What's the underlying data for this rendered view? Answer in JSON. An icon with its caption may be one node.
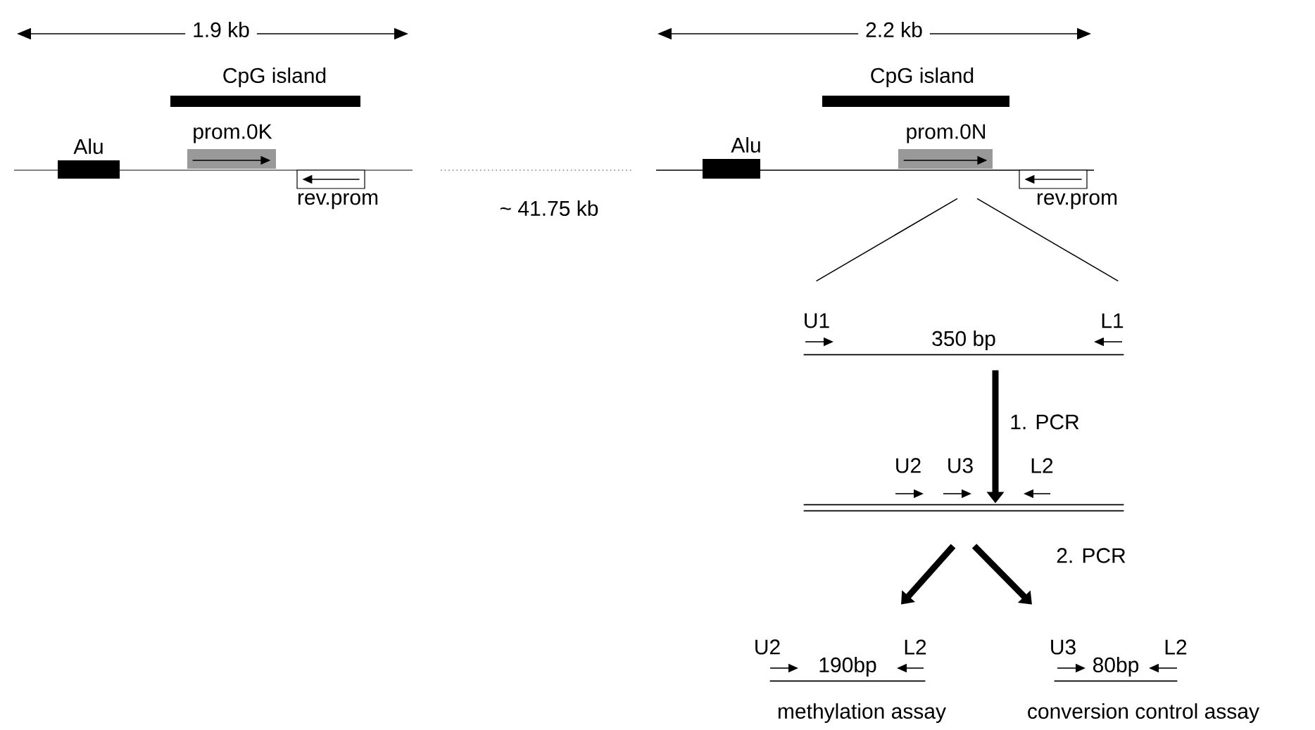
{
  "diagram": {
    "nodes": [
      {
        "text": [
          "CpG island"
        ]
      },
      {
        "text": [
          "Alu"
        ]
      },
      {
        "text": [
          "prom.0K"
        ]
      },
      {
        "text": [
          "rev.prom"
        ]
      },
      {
        "text": [
          "CpG island"
        ]
      },
      {
        "text": [
          "Alu"
        ]
      },
      {
        "text": [
          "prom.0N"
        ]
      },
      {
        "text": [
          "rev.prom"
        ]
      },
      {
        "text": [
          "350 bp"
        ]
      },
      {
        "text": [],
        "shape": "bar"
      },
      {
        "text": [
          "190bp"
        ],
        "beside": [
          "methylation assay"
        ]
      },
      {
        "text": [
          "80bp"
        ],
        "beside": [
          "conversion control assay"
        ]
      }
    ],
    "edges": [
      {
        "from": 6,
        "to": 8,
        "arrow": "none"
      },
      {
        "from": 6,
        "to": 8,
        "arrow": "none"
      },
      {
        "from": 8,
        "to": 9,
        "arrow": "to",
        "label": "1. PCR"
      },
      {
        "from": 9,
        "to": 10,
        "arrow": "to"
      },
      {
        "from": 9,
        "to": 11,
        "arrow": "to",
        "label": "2. PCR"
      }
    ],
    "labels": [
      "1.9 kb",
      "2.2 kb",
      "~ 41.75 kb",
      "U1",
      "L1",
      "U2",
      "U3",
      "L2",
      "U2",
      "L2",
      "U3",
      "L2"
    ]
  }
}
